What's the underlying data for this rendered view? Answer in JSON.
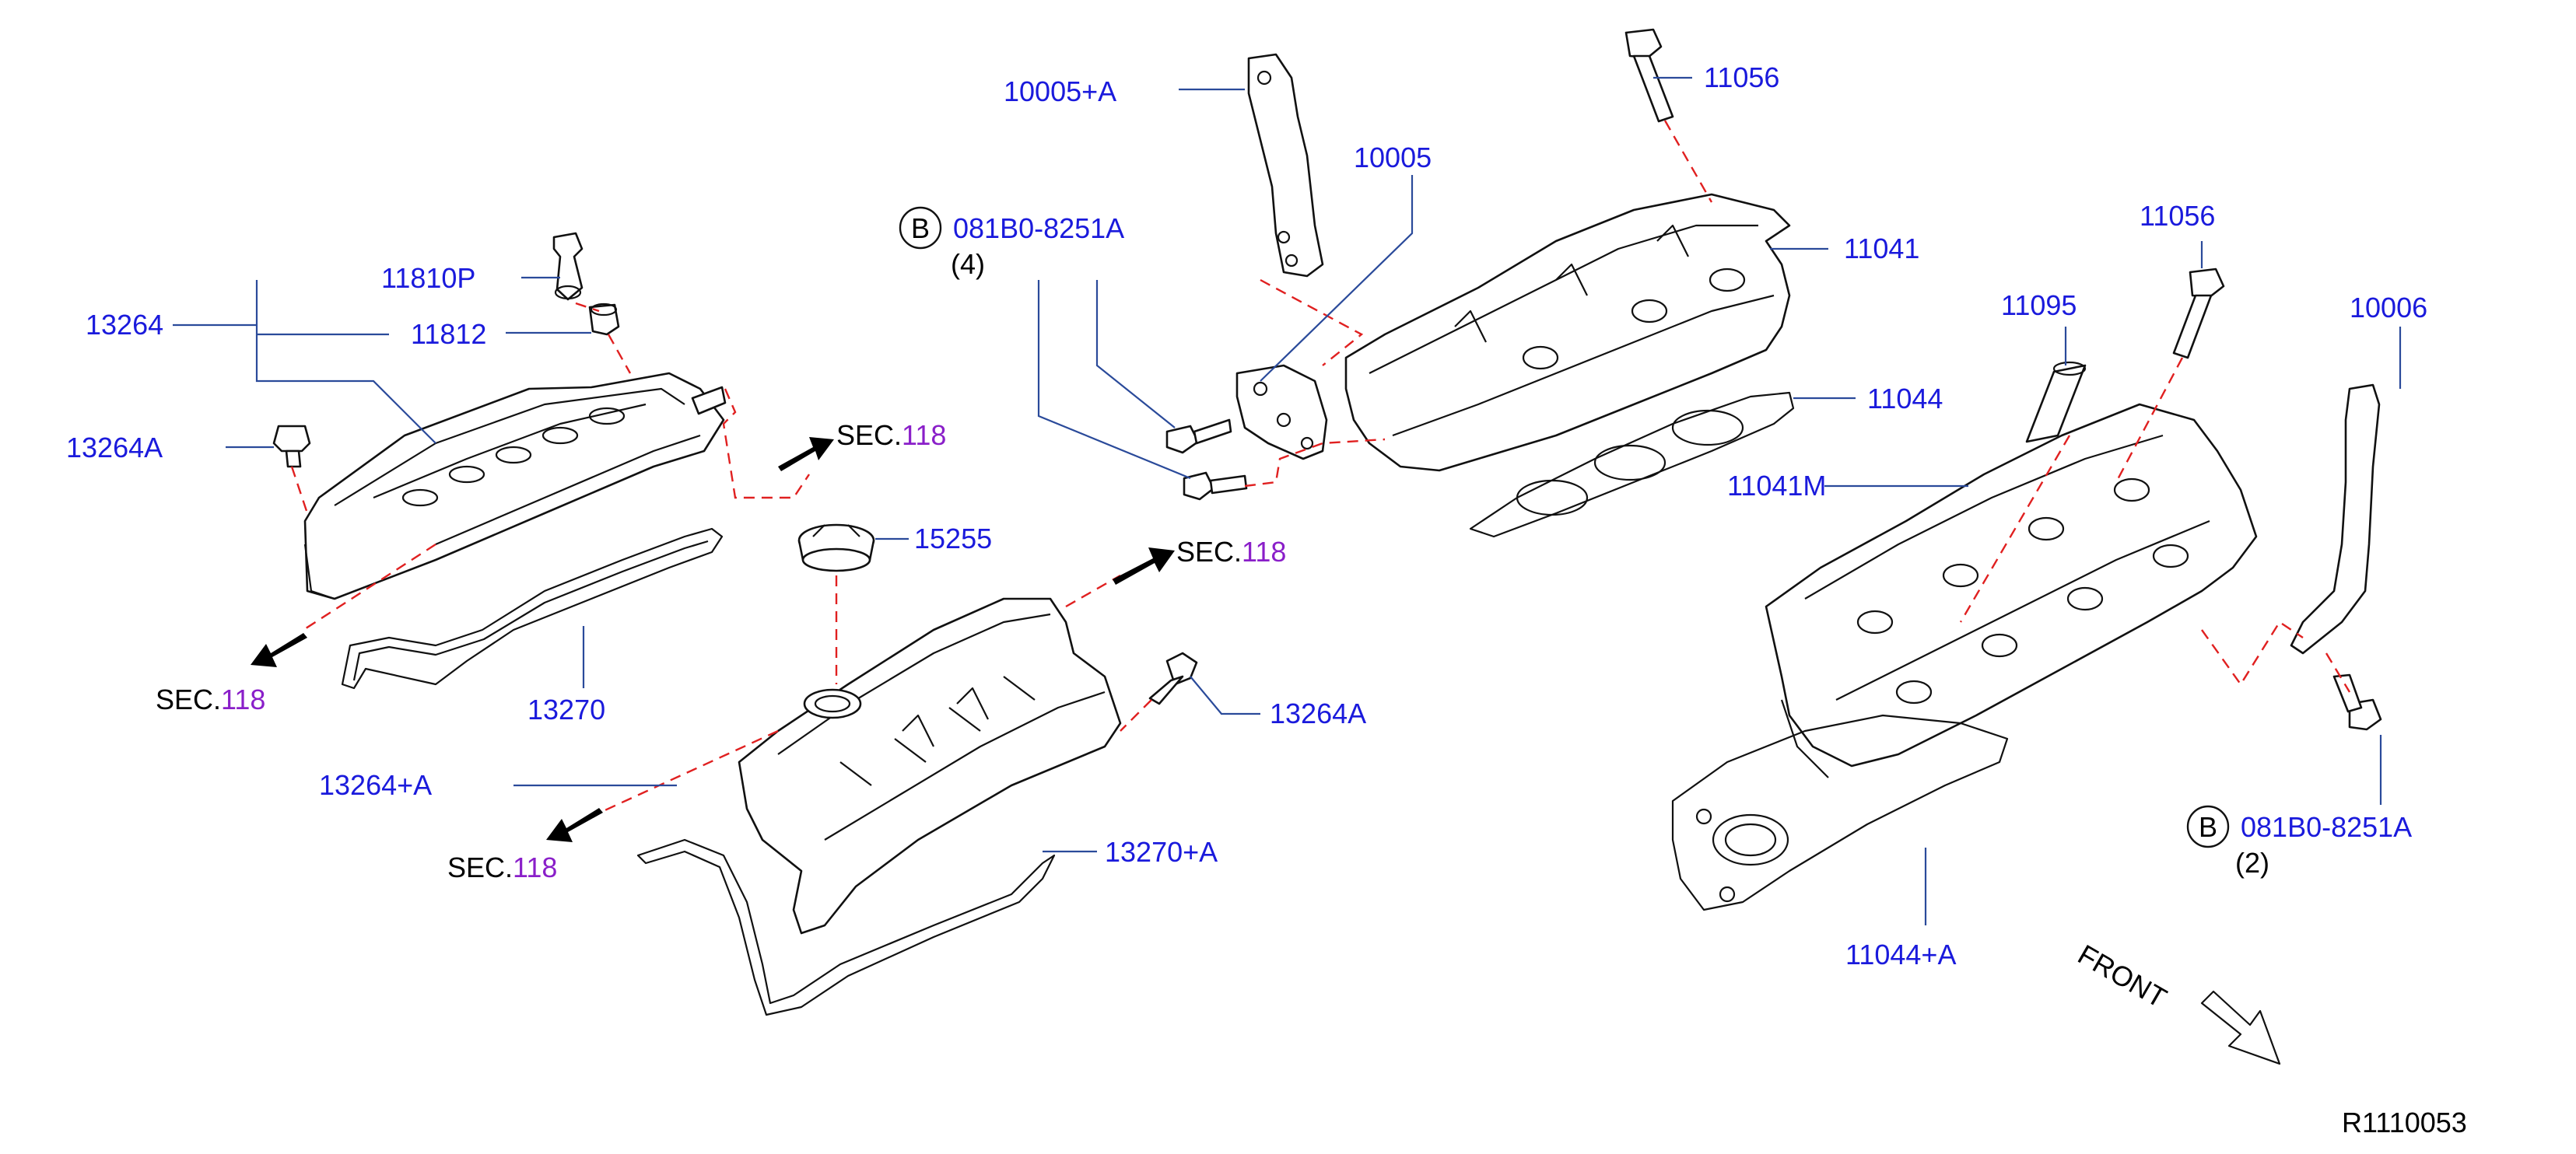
{
  "labels": {
    "p10005A": "10005+A",
    "p10005": "10005",
    "p11056a": "11056",
    "p11041": "11041",
    "p11044": "11044",
    "p11041M": "11041M",
    "p11056b": "11056",
    "p11095": "11095",
    "p10006": "10006",
    "p13264": "13264",
    "p11810P": "11810P",
    "p11812": "11812",
    "p13264A_a": "13264A",
    "p15255": "15255",
    "p13270": "13270",
    "p13264A_b": "13264A",
    "p13264pA": "13264+A",
    "p13270pA": "13270+A",
    "p11044pA": "11044+A",
    "bolt_b1": "081B0-8251A",
    "bolt_b1_qty": "(4)",
    "bolt_b2": "081B0-8251A",
    "bolt_b2_qty": "(2)",
    "circle_b": "B",
    "front": "FRONT",
    "ref_code": "R1110053"
  },
  "sec_refs": [
    {
      "prefix": "SEC.",
      "num": "118"
    },
    {
      "prefix": "SEC.",
      "num": "118"
    },
    {
      "prefix": "SEC.",
      "num": "118"
    },
    {
      "prefix": "SEC.",
      "num": "118"
    }
  ],
  "colors": {
    "part_number": "#1a1adc",
    "section_number": "#8a1fc9",
    "dashed_leader": "#e02020",
    "leader_line": "#2a4a9a",
    "outline": "#111111"
  }
}
